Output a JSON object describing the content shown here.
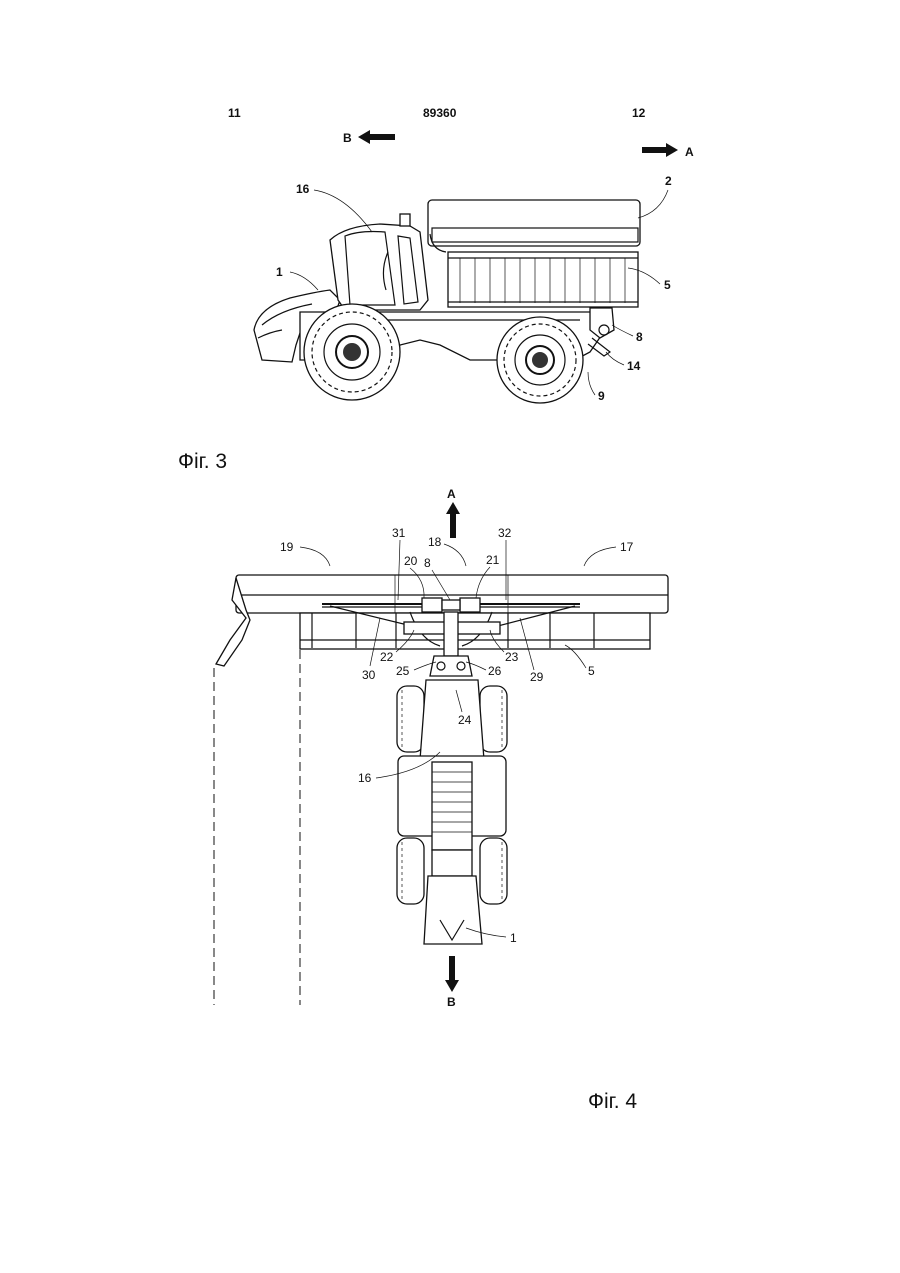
{
  "header": {
    "left_page": "11",
    "doc_number": "89360",
    "right_page": "12"
  },
  "figures": [
    {
      "caption": "Фіг. 3",
      "direction_left": "B",
      "direction_right": "A",
      "callouts": [
        "16",
        "2",
        "1",
        "5",
        "8",
        "14",
        "9"
      ]
    },
    {
      "caption": "Фіг. 4",
      "direction_up": "A",
      "direction_down": "B",
      "callouts": [
        "31",
        "32",
        "18",
        "19",
        "20",
        "8",
        "21",
        "17",
        "22",
        "23",
        "30",
        "25",
        "26",
        "29",
        "5",
        "24",
        "16",
        "1"
      ]
    }
  ]
}
